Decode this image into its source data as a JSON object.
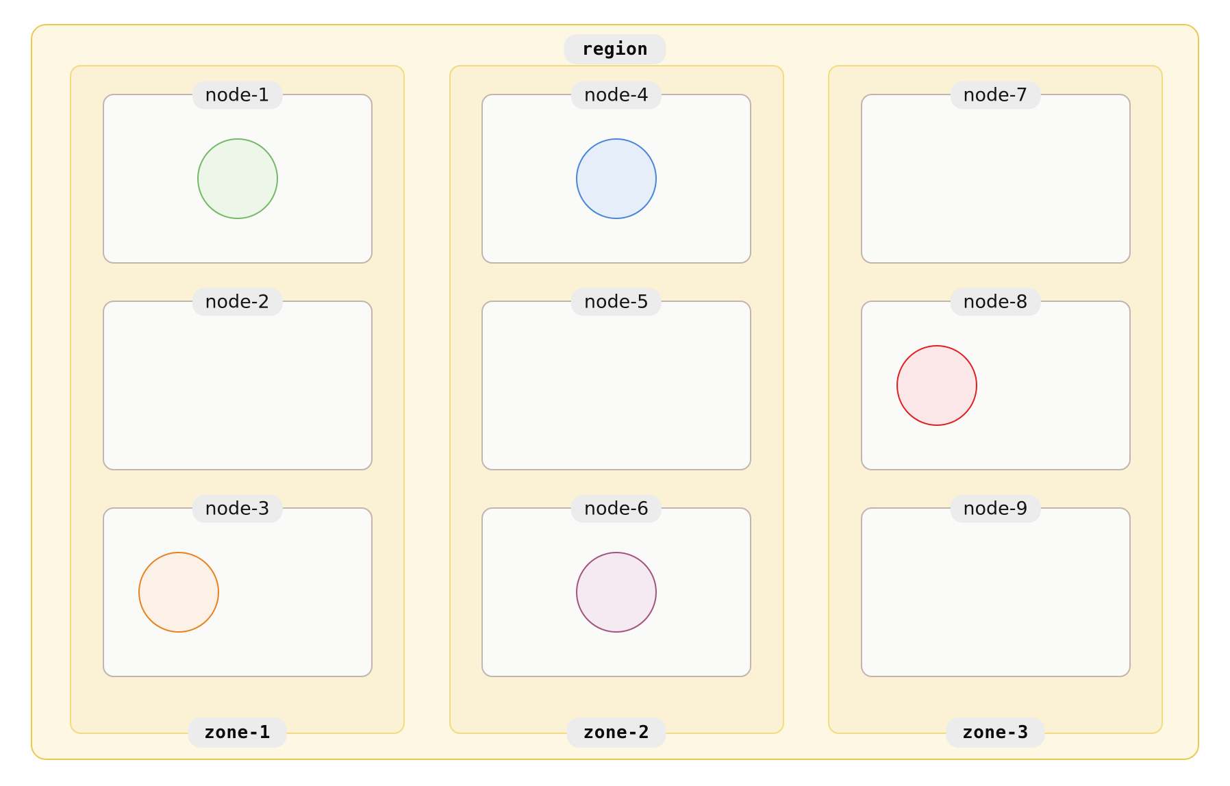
{
  "diagram": {
    "type": "nested-container-diagram",
    "region": {
      "label": "region",
      "fill": "#FDF7E3",
      "border": "#E9C94E"
    },
    "zone_fill": "#FBF1D5",
    "zone_border": "#F2DB80",
    "node_fill": "#FAFAF8",
    "node_border": "#C2B4AE",
    "label_pill_bg": "#ECECEC",
    "zones": [
      {
        "label": "zone-1",
        "nodes": [
          {
            "label": "node-1",
            "has_circle": true,
            "circle": {
              "border": "#76B868",
              "fill": "#ECF7EA",
              "align": "center"
            }
          },
          {
            "label": "node-2",
            "has_circle": false,
            "circle": null
          },
          {
            "label": "node-3",
            "has_circle": true,
            "circle": {
              "border": "#E8821E",
              "fill": "#FBF1E7",
              "align": "left"
            }
          }
        ]
      },
      {
        "label": "zone-2",
        "nodes": [
          {
            "label": "node-4",
            "has_circle": true,
            "circle": {
              "border": "#4A86D8",
              "fill": "#E6EEFA",
              "align": "center"
            }
          },
          {
            "label": "node-5",
            "has_circle": false,
            "circle": null
          },
          {
            "label": "node-6",
            "has_circle": true,
            "circle": {
              "border": "#A1547F",
              "fill": "#F5EAF1",
              "align": "center"
            }
          }
        ]
      },
      {
        "label": "zone-3",
        "nodes": [
          {
            "label": "node-7",
            "has_circle": false,
            "circle": null
          },
          {
            "label": "node-8",
            "has_circle": true,
            "circle": {
              "border": "#E02020",
              "fill": "#FBE7E8",
              "align": "left"
            }
          },
          {
            "label": "node-9",
            "has_circle": false,
            "circle": null
          }
        ]
      }
    ]
  }
}
